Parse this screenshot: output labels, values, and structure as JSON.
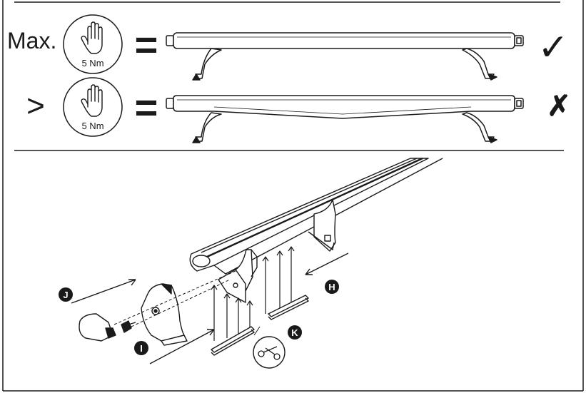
{
  "rows": [
    {
      "prefix": "Max.",
      "torque": "5 Nm",
      "result": "✓",
      "result_icon": "checkmark-icon"
    },
    {
      "prefix": ">",
      "torque": "5 Nm",
      "result": "✗",
      "result_icon": "cross-icon"
    }
  ],
  "equals": "=",
  "callouts": {
    "h": "H",
    "i": "I",
    "j": "J",
    "k": "K"
  },
  "icons": {
    "hand": "hand-icon",
    "scissors": "scissors-icon"
  },
  "colors": {
    "ink": "#1a1a1a",
    "paper": "#ffffff"
  }
}
